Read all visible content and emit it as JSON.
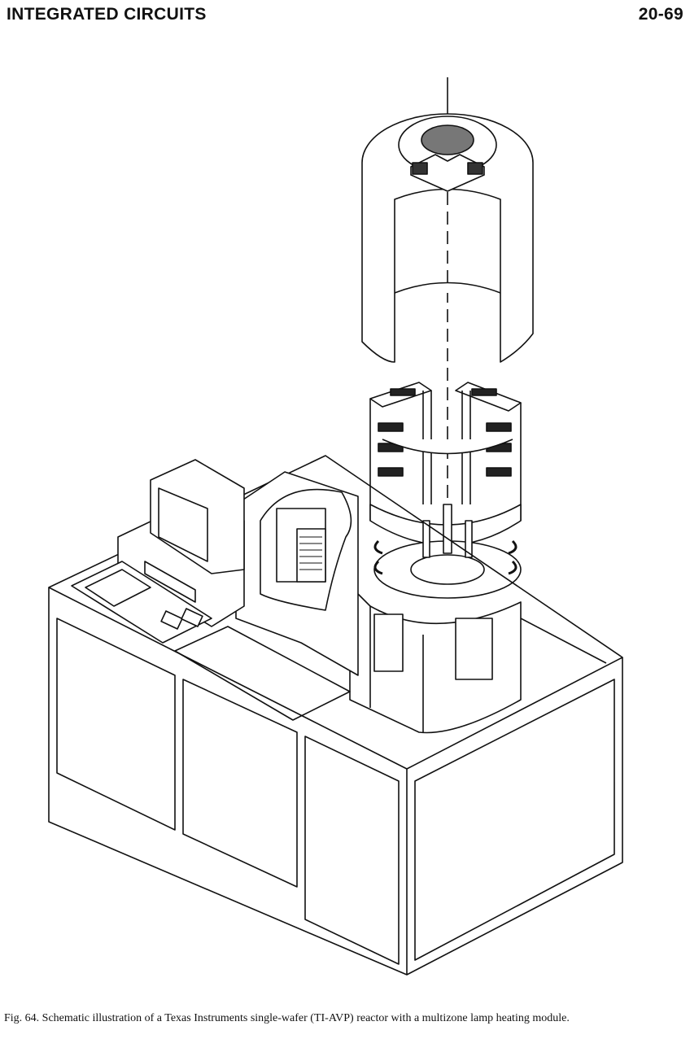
{
  "header": {
    "section_title": "INTEGRATED CIRCUITS",
    "page_number": "20-69"
  },
  "figure": {
    "caption": "Fig. 64. Schematic illustration of a Texas Instruments single-wafer (TI-AVP) reactor with a multizone lamp heating module."
  }
}
